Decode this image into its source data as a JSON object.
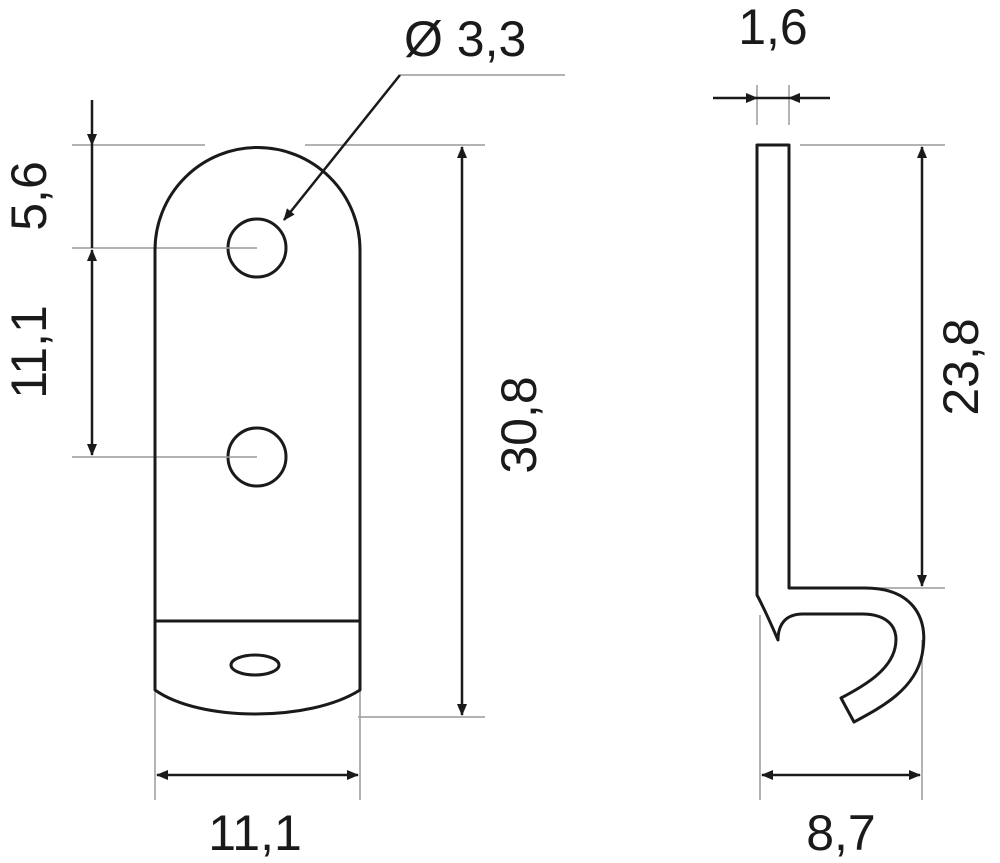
{
  "dimensions": {
    "hole_diameter": "Ø 3,3",
    "top_to_hole": "5,6",
    "hole_spacing": "11,1",
    "overall_height": "30,8",
    "plate_width": "11,1",
    "thickness": "1,6",
    "side_height": "23,8",
    "hook_depth": "8,7"
  }
}
